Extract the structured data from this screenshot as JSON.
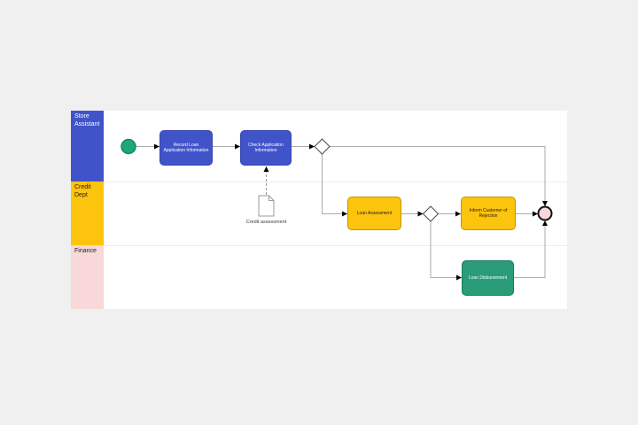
{
  "diagram": {
    "type": "bpmn-swimlane-flowchart",
    "lanes": [
      {
        "id": "store-assistant",
        "label": "Store Assistant",
        "color": "#4153c8",
        "text_color": "#ffffff"
      },
      {
        "id": "credit-dept",
        "label": "Credit Dept",
        "color": "#fdc40d",
        "text_color": "#1c1c1c"
      },
      {
        "id": "finance",
        "label": "Finance",
        "color": "#f8d8d8",
        "text_color": "#1c1c1c"
      }
    ],
    "nodes": {
      "start_event": {
        "type": "start-event",
        "shape": "circle",
        "color": "#21a67c",
        "lane": "Store Assistant"
      },
      "record_loan": {
        "type": "task",
        "label": "Record Loan Application Information",
        "color": "#4153c8",
        "lane": "Store Assistant"
      },
      "check_application": {
        "type": "task",
        "label": "Check Application Information",
        "color": "#4153c8",
        "lane": "Store Assistant"
      },
      "gateway_1": {
        "type": "gateway",
        "shape": "diamond",
        "lane": "Store Assistant"
      },
      "credit_assessment_doc": {
        "type": "document",
        "label": "Credit assessment",
        "lane": "Credit Dept"
      },
      "loan_assessment": {
        "type": "task",
        "label": "Loan Assessment",
        "color": "#fdc40d",
        "lane": "Credit Dept"
      },
      "gateway_2": {
        "type": "gateway",
        "shape": "diamond",
        "lane": "Credit Dept"
      },
      "inform_customer": {
        "type": "task",
        "label": "Inform Customer of Rejection",
        "color": "#fdc40d",
        "lane": "Credit Dept"
      },
      "loan_disbursement": {
        "type": "task",
        "label": "Loan Disbursement",
        "color": "#2a9d78",
        "lane": "Finance"
      },
      "end_event": {
        "type": "end-event",
        "shape": "circle",
        "fill": "#f8d7da",
        "border": "#111111",
        "lane": "Credit Dept"
      }
    },
    "edges": [
      {
        "from": "start_event",
        "to": "record_loan",
        "style": "solid"
      },
      {
        "from": "record_loan",
        "to": "check_application",
        "style": "solid"
      },
      {
        "from": "check_application",
        "to": "gateway_1",
        "style": "solid"
      },
      {
        "from": "gateway_1",
        "to": "end_event",
        "style": "solid"
      },
      {
        "from": "gateway_1",
        "to": "loan_assessment",
        "style": "solid"
      },
      {
        "from": "loan_assessment",
        "to": "gateway_2",
        "style": "solid"
      },
      {
        "from": "gateway_2",
        "to": "inform_customer",
        "style": "solid"
      },
      {
        "from": "gateway_2",
        "to": "loan_disbursement",
        "style": "solid"
      },
      {
        "from": "inform_customer",
        "to": "end_event",
        "style": "solid"
      },
      {
        "from": "loan_disbursement",
        "to": "end_event",
        "style": "solid"
      },
      {
        "from": "credit_assessment_doc",
        "to": "check_application",
        "style": "dashed"
      }
    ],
    "colors": {
      "background": "#f0f0f1",
      "canvas": "#ffffff",
      "connector": "#ababab",
      "arrowhead": "#000000",
      "start_event_fill": "#21a67c",
      "start_event_border": "#118a66",
      "end_event_fill": "#f8d7da",
      "end_event_border": "#111111"
    }
  }
}
